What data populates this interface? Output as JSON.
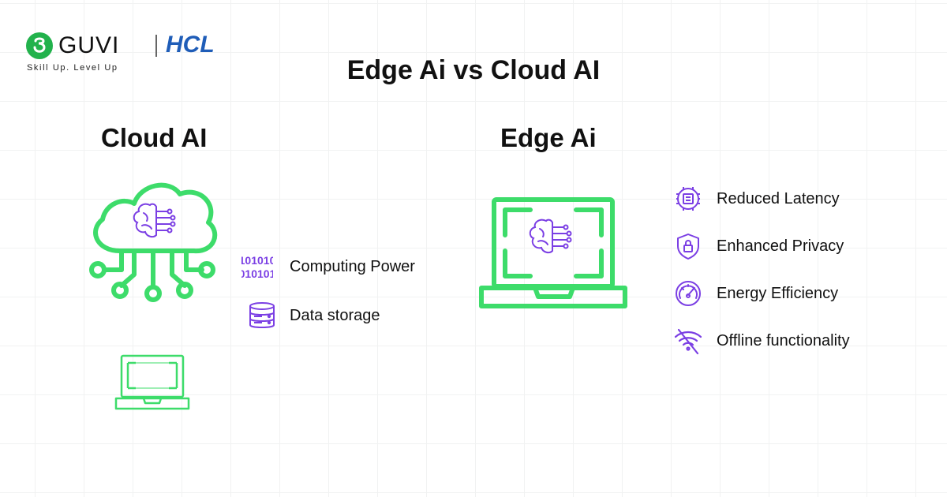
{
  "brand": {
    "name": "GUVI",
    "partner": "HCL",
    "tagline": "Skill Up. Level Up"
  },
  "title": "Edge Ai vs Cloud AI",
  "cloud": {
    "heading": "Cloud AI",
    "features": [
      {
        "label": "Computing Power",
        "icon": "binary-icon"
      },
      {
        "label": "Data storage",
        "icon": "database-icon"
      }
    ]
  },
  "edge": {
    "heading": "Edge Ai",
    "features": [
      {
        "label": "Reduced Latency",
        "icon": "processor-icon"
      },
      {
        "label": "Enhanced Privacy",
        "icon": "shield-lock-icon"
      },
      {
        "label": "Energy Efficiency",
        "icon": "gauge-icon"
      },
      {
        "label": "Offline functionality",
        "icon": "wifi-off-icon"
      }
    ]
  },
  "colors": {
    "green": "#3ddc6a",
    "purple": "#7b3fe4",
    "hcl_blue": "#1f5db8",
    "guvi_green": "#22b24c"
  }
}
